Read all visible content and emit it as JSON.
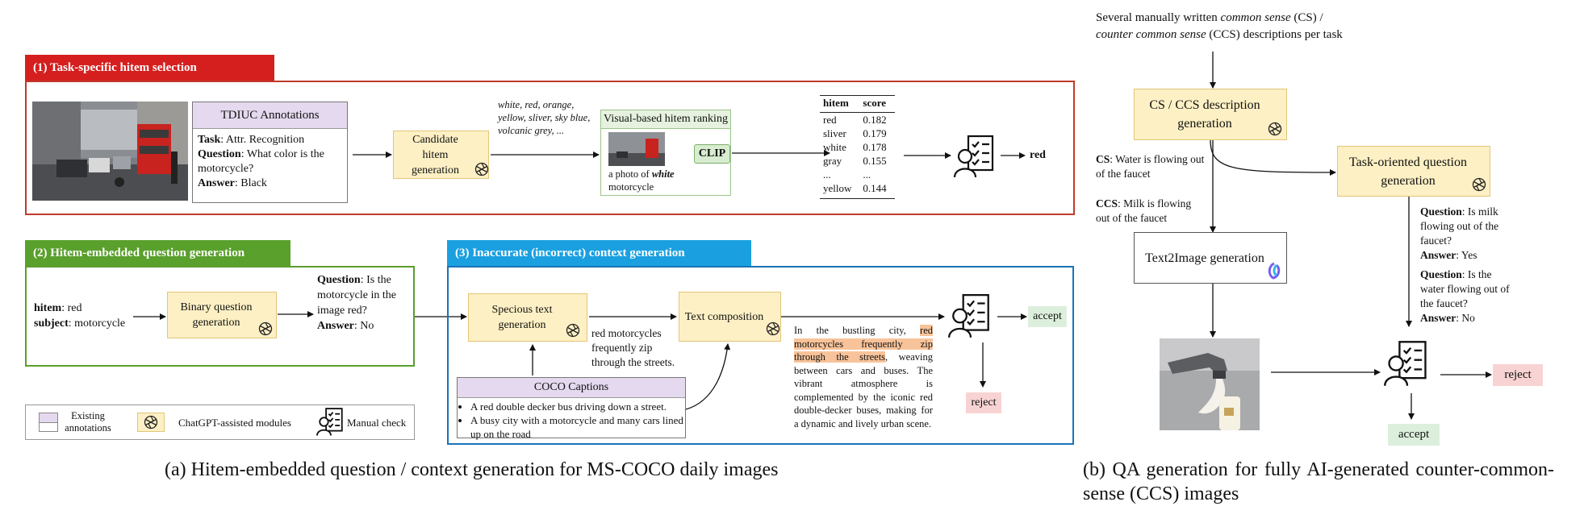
{
  "panel1": {
    "header": "(1) Task-specific hitem selection",
    "tdiuc_title": "TDIUC Annotations",
    "task_label": "Task",
    "task_value": ": Attr. Recognition",
    "question_label": "Question",
    "question_value": ": What color is the motorcycle?",
    "answer_label": "Answer",
    "answer_value": ": Black",
    "candidate_box": "Candidate hitem generation",
    "candidate_words": "white, red, orange, yellow, sliver, sky blue, volcanic grey, ...",
    "visual_rank_title": "Visual-based hitem ranking",
    "clip_label": "CLIP",
    "photo_caption_pre": "a photo of ",
    "photo_caption_word": "white",
    "photo_caption_post": " motorcycle",
    "table_headers": [
      "hitem",
      "score"
    ],
    "table_rows": [
      [
        "red",
        "0.182"
      ],
      [
        "sliver",
        "0.179"
      ],
      [
        "white",
        "0.178"
      ],
      [
        "gray",
        "0.155"
      ],
      [
        "...",
        "..."
      ],
      [
        "yellow",
        "0.144"
      ]
    ],
    "output": "red"
  },
  "panel2": {
    "header": "(2) Hitem-embedded question generation",
    "hitem_label": "hitem",
    "hitem_value": ": red",
    "subject_label": "subject",
    "subject_value": ": motorcycle",
    "binary_box": "Binary question generation",
    "question_label": "Question",
    "question_value": ": Is the motorcycle in the image red?",
    "answer_label": "Answer",
    "answer_value": ": No"
  },
  "panel3": {
    "header": "(3) Inaccurate (incorrect) context generation",
    "specious_box": "Specious text generation",
    "specious_output": "red motorcycles frequently zip through the streets.",
    "text_comp_box": "Text composition",
    "coco_title": "COCO Captions",
    "coco_items": [
      "A red double decker bus driving down a street.",
      "A busy city with a motorcycle and many cars lined up on the road"
    ],
    "context_pre": "In the bustling city, ",
    "context_hl": "red motorcycles frequently zip through the streets",
    "context_post": ", weaving between cars and buses. The vibrant atmosphere is complemented by the iconic red double-decker buses, making for a dynamic and lively urban scene.",
    "accept": "accept",
    "reject": "reject"
  },
  "legend": {
    "existing": "Existing annotations",
    "chatgpt": "ChatGPT-assisted modules",
    "manual": "Manual check"
  },
  "caption_a": "(a) Hitem-embedded question / context generation for MS-COCO daily images",
  "right": {
    "intro_1a": "Several manually written ",
    "intro_1b": "common sense",
    "intro_1c": " (CS) /",
    "intro_2a": "counter common sense",
    "intro_2b": " (CCS) descriptions per task",
    "desc_box": "CS / CCS description generation",
    "cs_label": "CS",
    "cs_value": ": Water is flowing out of the faucet",
    "ccs_label": "CCS",
    "ccs_value": ": Milk is flowing out of the faucet",
    "task_q_box": "Task-oriented question generation",
    "q1_label": "Question",
    "q1_value": ": Is milk flowing out of the faucet?",
    "a1_label": "Answer",
    "a1_value": ": Yes",
    "q2_label": "Question",
    "q2_value": ": Is the water flowing out of the faucet?",
    "a2_label": "Answer",
    "a2_value": ": No",
    "t2i_box": "Text2Image generation",
    "reject": "reject",
    "accept": "accept"
  },
  "caption_b": "(b) QA generation for fully AI-generated counter-common-sense (CCS) images",
  "colors": {
    "panel1": "#c0392b",
    "panel1_hdr": "#d51f1f",
    "panel2": "#5a9e2f",
    "panel2_hdr": "#5aa02c",
    "panel3": "#1a73b8",
    "panel3_hdr": "#1aa0e0",
    "yellow_box": "#fdf0c4",
    "purple_box": "#e4d9ee",
    "green_box": "#e6f2df"
  }
}
